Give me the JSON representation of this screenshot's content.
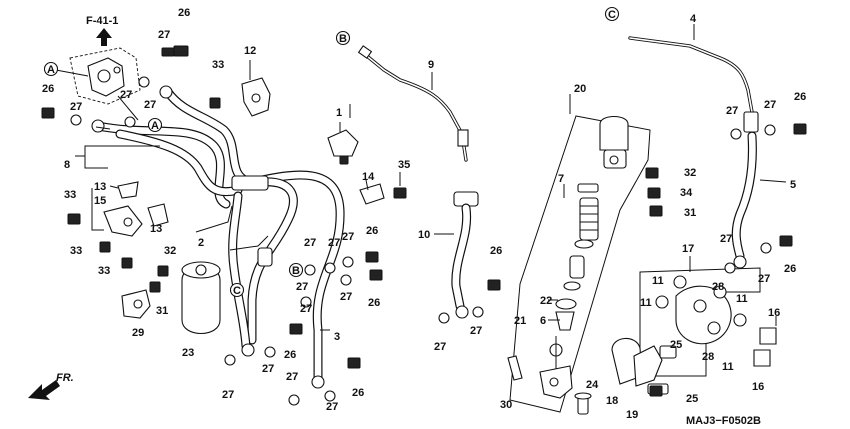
{
  "figure_ref": "F-41-1",
  "diagram_code": "MAJ3−F0502B",
  "front_label": "FR.",
  "connectors": [
    "A",
    "B",
    "C"
  ],
  "callouts": [
    {
      "id": "c1",
      "text": "1"
    },
    {
      "id": "c2",
      "text": "2"
    },
    {
      "id": "c3",
      "text": "3"
    },
    {
      "id": "c4",
      "text": "4"
    },
    {
      "id": "c5",
      "text": "5"
    },
    {
      "id": "c6",
      "text": "6"
    },
    {
      "id": "c7",
      "text": "7"
    },
    {
      "id": "c8",
      "text": "8"
    },
    {
      "id": "c9",
      "text": "9"
    },
    {
      "id": "c10",
      "text": "10"
    },
    {
      "id": "c11a",
      "text": "11"
    },
    {
      "id": "c11b",
      "text": "11"
    },
    {
      "id": "c11c",
      "text": "11"
    },
    {
      "id": "c11d",
      "text": "11"
    },
    {
      "id": "c12",
      "text": "12"
    },
    {
      "id": "c13a",
      "text": "13"
    },
    {
      "id": "c13b",
      "text": "13"
    },
    {
      "id": "c14",
      "text": "14"
    },
    {
      "id": "c15",
      "text": "15"
    },
    {
      "id": "c16a",
      "text": "16"
    },
    {
      "id": "c16b",
      "text": "16"
    },
    {
      "id": "c17",
      "text": "17"
    },
    {
      "id": "c18",
      "text": "18"
    },
    {
      "id": "c19",
      "text": "19"
    },
    {
      "id": "c20",
      "text": "20"
    },
    {
      "id": "c21",
      "text": "21"
    },
    {
      "id": "c22",
      "text": "22"
    },
    {
      "id": "c23",
      "text": "23"
    },
    {
      "id": "c24",
      "text": "24"
    },
    {
      "id": "c25a",
      "text": "25"
    },
    {
      "id": "c25b",
      "text": "25"
    },
    {
      "id": "c26a",
      "text": "26"
    },
    {
      "id": "c26b",
      "text": "26"
    },
    {
      "id": "c26c",
      "text": "26"
    },
    {
      "id": "c26d",
      "text": "26"
    },
    {
      "id": "c26e",
      "text": "26"
    },
    {
      "id": "c26f",
      "text": "26"
    },
    {
      "id": "c26g",
      "text": "26"
    },
    {
      "id": "c26h",
      "text": "26"
    },
    {
      "id": "c26i",
      "text": "26"
    },
    {
      "id": "c26j",
      "text": "26"
    },
    {
      "id": "c26k",
      "text": "26"
    },
    {
      "id": "c27a",
      "text": "27"
    },
    {
      "id": "c27b",
      "text": "27"
    },
    {
      "id": "c27c",
      "text": "27"
    },
    {
      "id": "c27d",
      "text": "27"
    },
    {
      "id": "c27e",
      "text": "27"
    },
    {
      "id": "c27f",
      "text": "27"
    },
    {
      "id": "c27g",
      "text": "27"
    },
    {
      "id": "c27h",
      "text": "27"
    },
    {
      "id": "c27i",
      "text": "27"
    },
    {
      "id": "c27j",
      "text": "27"
    },
    {
      "id": "c27k",
      "text": "27"
    },
    {
      "id": "c27l",
      "text": "27"
    },
    {
      "id": "c27m",
      "text": "27"
    },
    {
      "id": "c27n",
      "text": "27"
    },
    {
      "id": "c27o",
      "text": "27"
    },
    {
      "id": "c27p",
      "text": "27"
    },
    {
      "id": "c27q",
      "text": "27"
    },
    {
      "id": "c27r",
      "text": "27"
    },
    {
      "id": "c27s",
      "text": "27"
    },
    {
      "id": "c27t",
      "text": "27"
    },
    {
      "id": "c27u",
      "text": "27"
    },
    {
      "id": "c27v",
      "text": "27"
    },
    {
      "id": "c27w",
      "text": "27"
    },
    {
      "id": "c27x",
      "text": "27"
    },
    {
      "id": "c28a",
      "text": "28"
    },
    {
      "id": "c28b",
      "text": "28"
    },
    {
      "id": "c29",
      "text": "29"
    },
    {
      "id": "c30",
      "text": "30"
    },
    {
      "id": "c31a",
      "text": "31"
    },
    {
      "id": "c31b",
      "text": "31"
    },
    {
      "id": "c32a",
      "text": "32"
    },
    {
      "id": "c32b",
      "text": "32"
    },
    {
      "id": "c33a",
      "text": "33"
    },
    {
      "id": "c33b",
      "text": "33"
    },
    {
      "id": "c33c",
      "text": "33"
    },
    {
      "id": "c33d",
      "text": "33"
    },
    {
      "id": "c34",
      "text": "34"
    },
    {
      "id": "c35",
      "text": "35"
    }
  ]
}
